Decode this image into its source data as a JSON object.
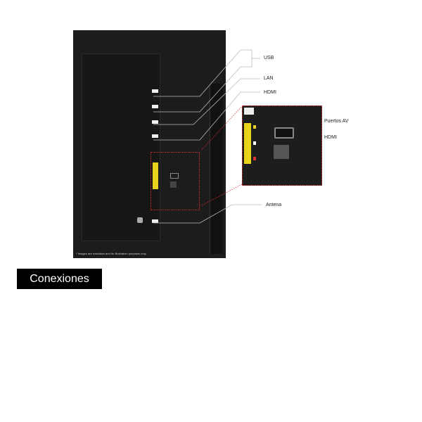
{
  "labels": {
    "usb": "USB",
    "lan": "LAN",
    "hdmi": "HDMI",
    "av_ports": "Puertos AV",
    "hdmi_detail": "HDMI",
    "antenna": "Antena"
  },
  "disclaimer": "* Images are simulated and for illustration purposes only.",
  "title": "Conexiones",
  "colors": {
    "accent": "#d33333",
    "panel": "#1c1c1c",
    "av": "#e8d21a"
  }
}
